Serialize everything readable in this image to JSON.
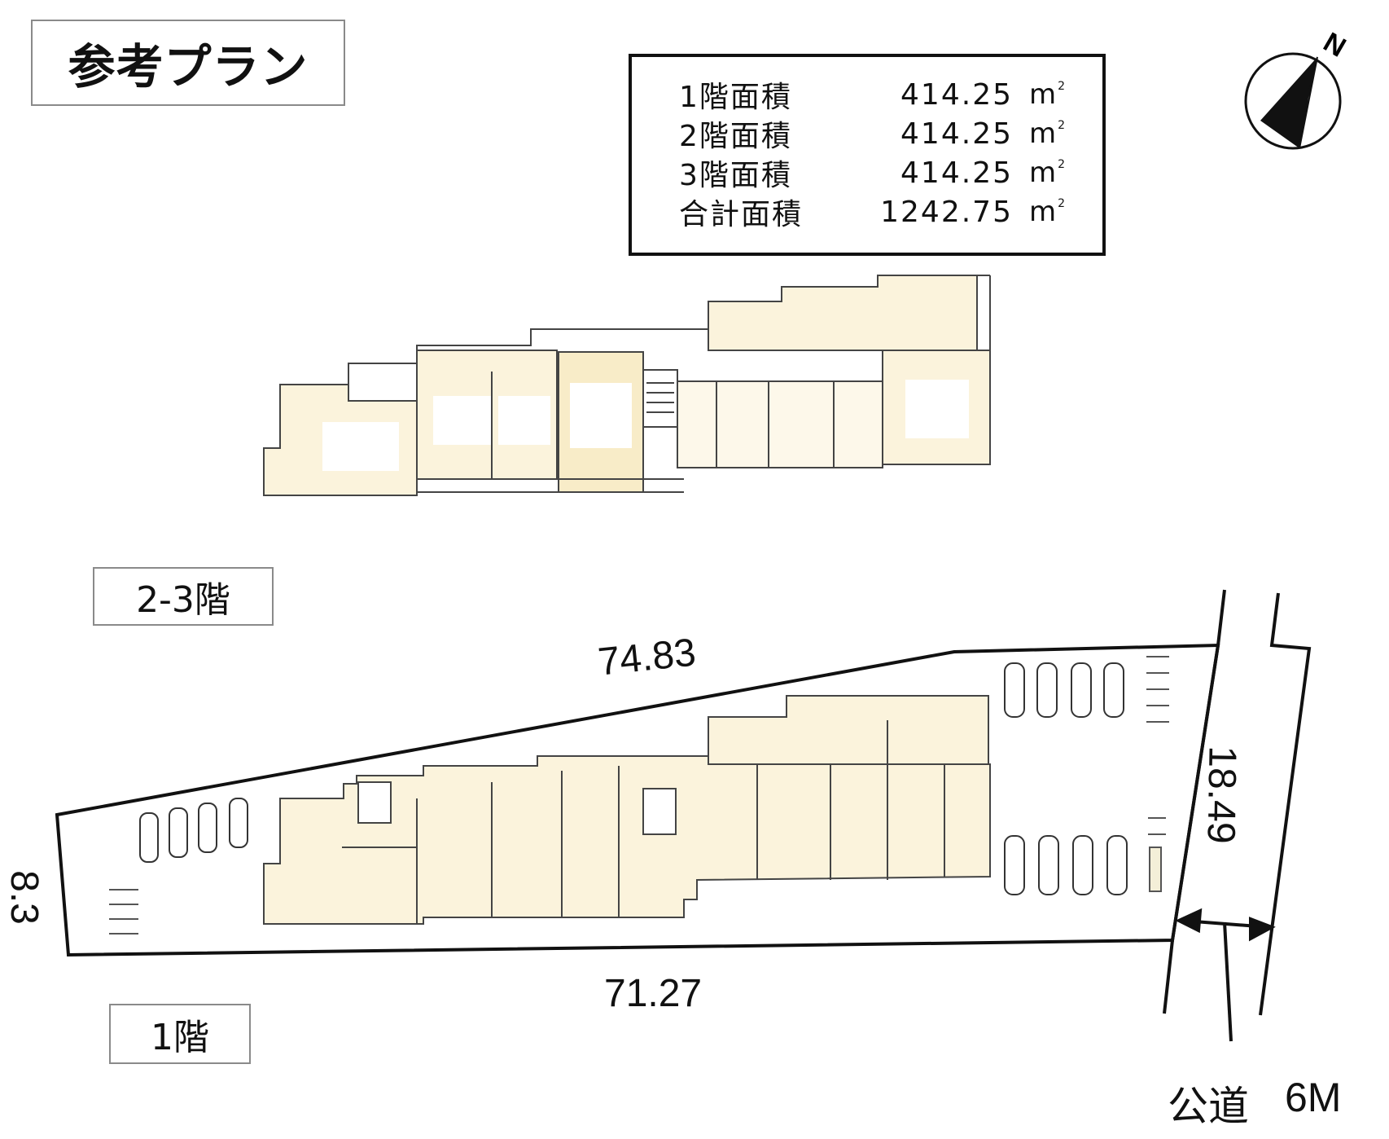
{
  "title": "参考プラン",
  "floor_labels": {
    "upper": "2-3階",
    "ground": "1階"
  },
  "areas": [
    {
      "name": "1階面積",
      "value": "414.25",
      "unit": "m"
    },
    {
      "name": "2階面積",
      "value": "414.25",
      "unit": "m"
    },
    {
      "name": "3階面積",
      "value": "414.25",
      "unit": "m"
    },
    {
      "name": "合計面積",
      "value": "1242.75",
      "unit": "m"
    }
  ],
  "area_unit_superscript": "2",
  "site_dimensions": {
    "north_edge": "74.83",
    "south_edge": "71.27",
    "west_edge": "8.3",
    "east_edge": "18.49"
  },
  "road": {
    "name": "公道",
    "width": "6M"
  },
  "compass_letter": "N",
  "colors": {
    "room_fill": "#fbf3dc",
    "room_fill_light": "#fdf8ea",
    "outline": "#111111",
    "wall": "#444444"
  }
}
